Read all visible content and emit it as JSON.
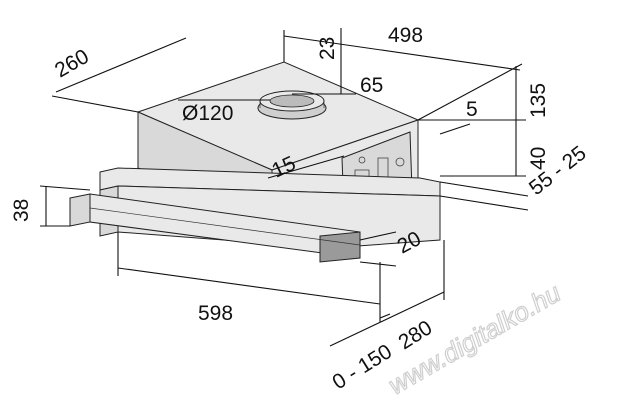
{
  "dimensions": {
    "width_top": "498",
    "depth": "260",
    "offset_23": "23",
    "duct_offset": "65",
    "duct_diameter": "Ø120",
    "edge_5": "5",
    "height_total": "135",
    "side_15": "15",
    "front_40": "40",
    "range_55_25": "55 - 25",
    "front_38": "38",
    "dim_20": "20",
    "width_bottom": "598",
    "extension": "0 - 150",
    "depth_280": "280"
  },
  "watermark": "www.digitalko.hu"
}
